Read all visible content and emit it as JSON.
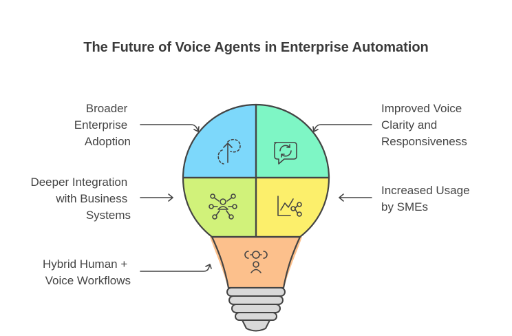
{
  "title": "The Future of Voice Agents in Enterprise Automation",
  "colors": {
    "blue": "#7dd8fb",
    "green": "#7ef6c5",
    "lime": "#d1f27a",
    "yellow": "#fcef6b",
    "orange": "#fcc08c",
    "base_gray": "#d9d9d9",
    "outline": "#444444"
  },
  "segments": {
    "top_left": {
      "lines": [
        "Broader",
        "Enterprise",
        "Adoption"
      ],
      "icon": "dashed-up-arrow-icon"
    },
    "top_right": {
      "lines": [
        "Improved Voice",
        "Clarity and",
        "Responsiveness"
      ],
      "icon": "speech-refresh-icon"
    },
    "middle_left": {
      "lines": [
        "Deeper Integration",
        "with Business",
        "Systems"
      ],
      "icon": "person-network-icon"
    },
    "middle_right": {
      "lines": [
        "Increased Usage",
        "by SMEs"
      ],
      "icon": "chart-nodes-icon"
    },
    "bottom_left": {
      "lines": [
        "Hybrid Human +",
        "Voice Workflows"
      ],
      "icon": "people-connect-icon"
    }
  }
}
